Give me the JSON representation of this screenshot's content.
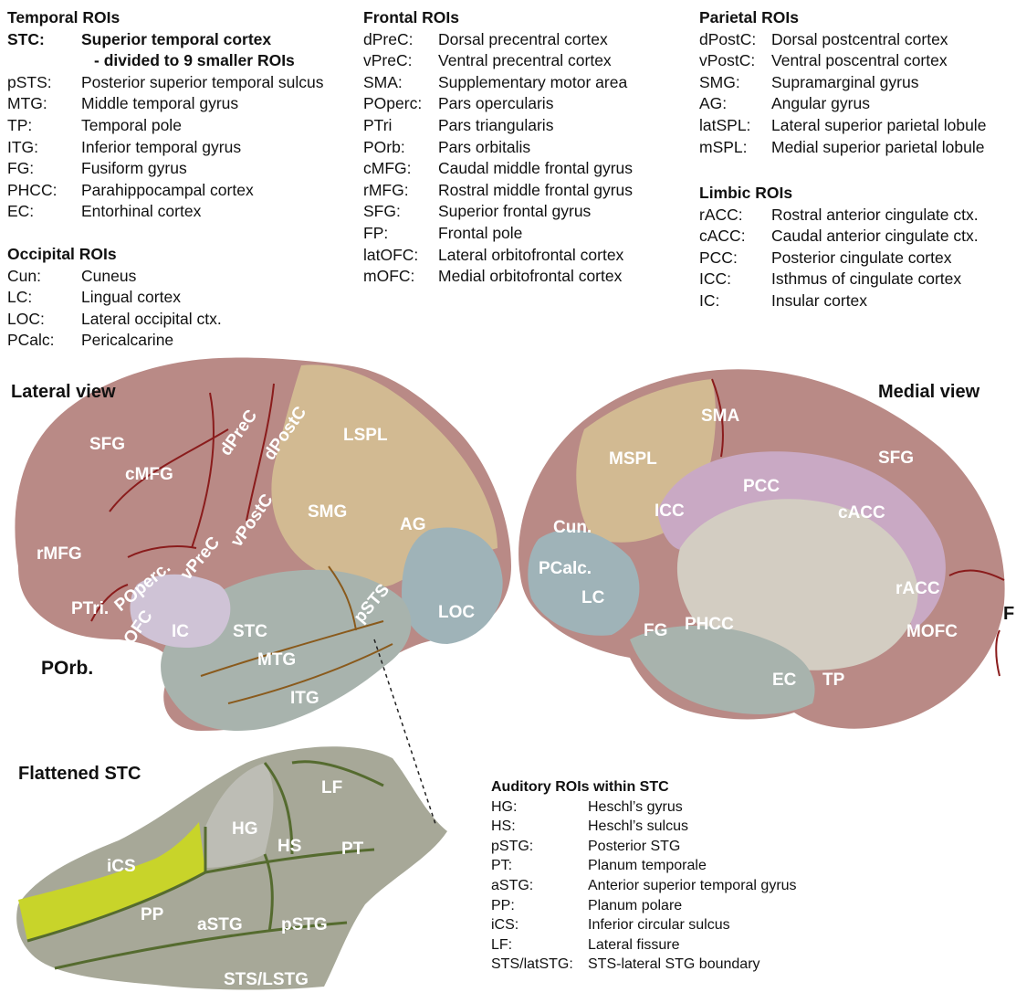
{
  "temporal": {
    "title": "Temporal ROIs",
    "stc_abbr": "STC:",
    "stc_line1": "Superior temporal cortex",
    "stc_line2": "- divided to 9 smaller ROIs",
    "items": [
      {
        "abbr": "pSTS:",
        "full": "Posterior superior temporal sulcus"
      },
      {
        "abbr": "MTG:",
        "full": "Middle temporal gyrus"
      },
      {
        "abbr": "TP:",
        "full": "Temporal pole"
      },
      {
        "abbr": "ITG:",
        "full": "Inferior temporal gyrus"
      },
      {
        "abbr": "FG:",
        "full": "Fusiform gyrus"
      },
      {
        "abbr": "PHCC:",
        "full": "Parahippocampal cortex"
      },
      {
        "abbr": "EC:",
        "full": "Entorhinal cortex"
      }
    ]
  },
  "occipital": {
    "title": "Occipital ROIs",
    "items": [
      {
        "abbr": "Cun:",
        "full": "Cuneus"
      },
      {
        "abbr": "LC:",
        "full": "Lingual cortex"
      },
      {
        "abbr": "LOC:",
        "full": "Lateral occipital ctx."
      },
      {
        "abbr": "PCalc:",
        "full": "Pericalcarine"
      }
    ]
  },
  "frontal": {
    "title": "Frontal ROIs",
    "items": [
      {
        "abbr": "dPreC:",
        "full": "Dorsal precentral cortex"
      },
      {
        "abbr": "vPreC:",
        "full": "Ventral precentral cortex"
      },
      {
        "abbr": "SMA:",
        "full": "Supplementary motor area"
      },
      {
        "abbr": "POperc:",
        "full": "Pars opercularis"
      },
      {
        "abbr": "PTri",
        "full": "Pars triangularis"
      },
      {
        "abbr": "POrb:",
        "full": "Pars orbitalis"
      },
      {
        "abbr": "cMFG:",
        "full": "Caudal middle frontal gyrus"
      },
      {
        "abbr": "rMFG:",
        "full": "Rostral middle frontal gyrus"
      },
      {
        "abbr": "SFG:",
        "full": "Superior frontal gyrus"
      },
      {
        "abbr": "FP:",
        "full": "Frontal pole"
      },
      {
        "abbr": "latOFC:",
        "full": "Lateral orbitofrontal cortex"
      },
      {
        "abbr": "mOFC:",
        "full": "Medial orbitofrontal cortex"
      }
    ]
  },
  "parietal": {
    "title": "Parietal ROIs",
    "items": [
      {
        "abbr": "dPostC:",
        "full": "Dorsal postcentral cortex"
      },
      {
        "abbr": "vPostC:",
        "full": "Ventral poscentral cortex"
      },
      {
        "abbr": "SMG:",
        "full": "Supramarginal gyrus"
      },
      {
        "abbr": "AG:",
        "full": "Angular gyrus"
      },
      {
        "abbr": "latSPL:",
        "full": "Lateral superior parietal lobule"
      },
      {
        "abbr": "mSPL:",
        "full": "Medial superior parietal lobule"
      }
    ]
  },
  "limbic": {
    "title": "Limbic ROIs",
    "items": [
      {
        "abbr": "rACC:",
        "full": "Rostral anterior cingulate ctx."
      },
      {
        "abbr": "cACC:",
        "full": "Caudal anterior cingulate ctx."
      },
      {
        "abbr": "PCC:",
        "full": "Posterior cingulate cortex"
      },
      {
        "abbr": "ICC:",
        "full": "Isthmus of cingulate cortex"
      },
      {
        "abbr": "IC:",
        "full": "Insular cortex"
      }
    ]
  },
  "auditory": {
    "title": "Auditory ROIs within STC",
    "items": [
      {
        "abbr": "HG:",
        "full": "Heschl’s gyrus"
      },
      {
        "abbr": "HS:",
        "full": "Heschl’s sulcus"
      },
      {
        "abbr": "pSTG:",
        "full": "Posterior STG"
      },
      {
        "abbr": "PT:",
        "full": "Planum temporale"
      },
      {
        "abbr": "aSTG:",
        "full": "Anterior superior temporal gyrus"
      },
      {
        "abbr": "PP:",
        "full": "Planum polare"
      },
      {
        "abbr": "iCS:",
        "full": "Inferior circular sulcus"
      },
      {
        "abbr": "LF:",
        "full": "Lateral fissure"
      },
      {
        "abbr": "STS/latSTG:",
        "full": "STS-lateral STG boundary"
      }
    ]
  },
  "views": {
    "lateral_title": "Lateral view",
    "medial_title": "Medial view",
    "flattened_title": "Flattened STC"
  },
  "lateral_labels": [
    "SFG",
    "cMFG",
    "dPreC",
    "dPostC",
    "LSPL",
    "rMFG",
    "POperc.",
    "vPreC",
    "vPostC",
    "SMG",
    "AG",
    "PTri.",
    "LOFC",
    "IC",
    "STC",
    "pSTS",
    "LOC",
    "POrb.",
    "MTG",
    "ITG"
  ],
  "medial_labels": [
    "SMA",
    "MSPL",
    "SFG",
    "PCC",
    "ICC",
    "cACC",
    "Cun.",
    "PCalc.",
    "LC",
    "rACC",
    "FG",
    "PHCC",
    "MOFC",
    "F",
    "EC",
    "TP"
  ],
  "flat_labels": [
    "LF",
    "HG",
    "HS",
    "PT",
    "iCS",
    "PP",
    "aSTG",
    "pSTG",
    "STS/LSTG"
  ],
  "colors": {
    "frontal": "#b98a86",
    "parietal": "#d2ba92",
    "temporal": "#a8b3ad",
    "occipital": "#9fb3b8",
    "limbic": "#c9a9c4",
    "border": "#8a1c1c",
    "pp_highlight": "#c8d42a"
  }
}
